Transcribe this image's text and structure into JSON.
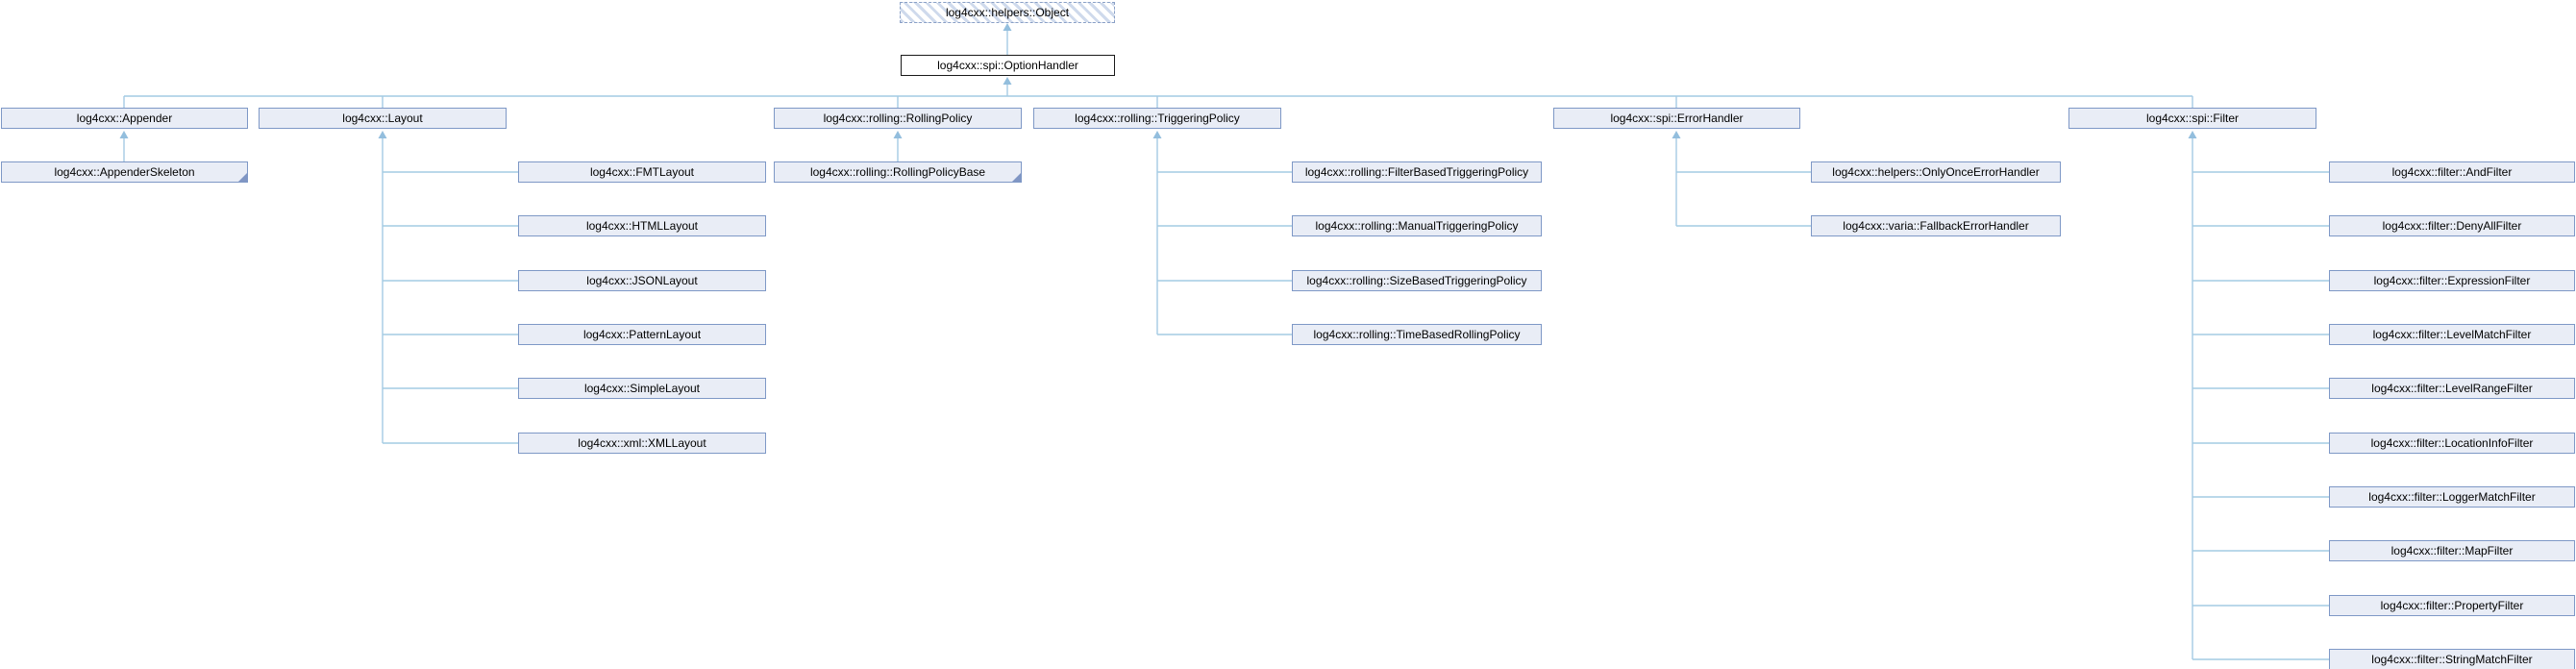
{
  "diagram": {
    "title": "log4cxx class inheritance diagram",
    "nodes": {
      "object": {
        "label": "log4cxx::helpers::Object"
      },
      "optionHandler": {
        "label": "log4cxx::spi::OptionHandler"
      },
      "appender": {
        "label": "log4cxx::Appender"
      },
      "layout": {
        "label": "log4cxx::Layout"
      },
      "rollingPolicy": {
        "label": "log4cxx::rolling::RollingPolicy"
      },
      "triggeringPolicy": {
        "label": "log4cxx::rolling::TriggeringPolicy"
      },
      "errorHandler": {
        "label": "log4cxx::spi::ErrorHandler"
      },
      "filter": {
        "label": "log4cxx::spi::Filter"
      },
      "appenderSkeleton": {
        "label": "log4cxx::AppenderSkeleton"
      },
      "fmtLayout": {
        "label": "log4cxx::FMTLayout"
      },
      "htmlLayout": {
        "label": "log4cxx::HTMLLayout"
      },
      "jsonLayout": {
        "label": "log4cxx::JSONLayout"
      },
      "patternLayout": {
        "label": "log4cxx::PatternLayout"
      },
      "simpleLayout": {
        "label": "log4cxx::SimpleLayout"
      },
      "xmlLayout": {
        "label": "log4cxx::xml::XMLLayout"
      },
      "rollingPolicyBase": {
        "label": "log4cxx::rolling::RollingPolicyBase"
      },
      "filterBasedTriggeringPolicy": {
        "label": "log4cxx::rolling::FilterBasedTriggeringPolicy"
      },
      "manualTriggeringPolicy": {
        "label": "log4cxx::rolling::ManualTriggeringPolicy"
      },
      "sizeBasedTriggeringPolicy": {
        "label": "log4cxx::rolling::SizeBasedTriggeringPolicy"
      },
      "timeBasedRollingPolicy": {
        "label": "log4cxx::rolling::TimeBasedRollingPolicy"
      },
      "onlyOnceErrorHandler": {
        "label": "log4cxx::helpers::OnlyOnceErrorHandler"
      },
      "fallbackErrorHandler": {
        "label": "log4cxx::varia::FallbackErrorHandler"
      },
      "andFilter": {
        "label": "log4cxx::filter::AndFilter"
      },
      "denyAllFilter": {
        "label": "log4cxx::filter::DenyAllFilter"
      },
      "expressionFilter": {
        "label": "log4cxx::filter::ExpressionFilter"
      },
      "levelMatchFilter": {
        "label": "log4cxx::filter::LevelMatchFilter"
      },
      "levelRangeFilter": {
        "label": "log4cxx::filter::LevelRangeFilter"
      },
      "locationInfoFilter": {
        "label": "log4cxx::filter::LocationInfoFilter"
      },
      "loggerMatchFilter": {
        "label": "log4cxx::filter::LoggerMatchFilter"
      },
      "mapFilter": {
        "label": "log4cxx::filter::MapFilter"
      },
      "propertyFilter": {
        "label": "log4cxx::filter::PropertyFilter"
      },
      "stringMatchFilter": {
        "label": "log4cxx::filter::StringMatchFilter"
      }
    },
    "colors": {
      "node_fill": "#e9edf6",
      "node_border": "#7e98c6",
      "plain_node_border": "#1a1a1a",
      "dashed_node_hatch": "#cfdaec",
      "edge": "#a4cbe3",
      "text": "#000000",
      "background": "#ffffff"
    }
  }
}
